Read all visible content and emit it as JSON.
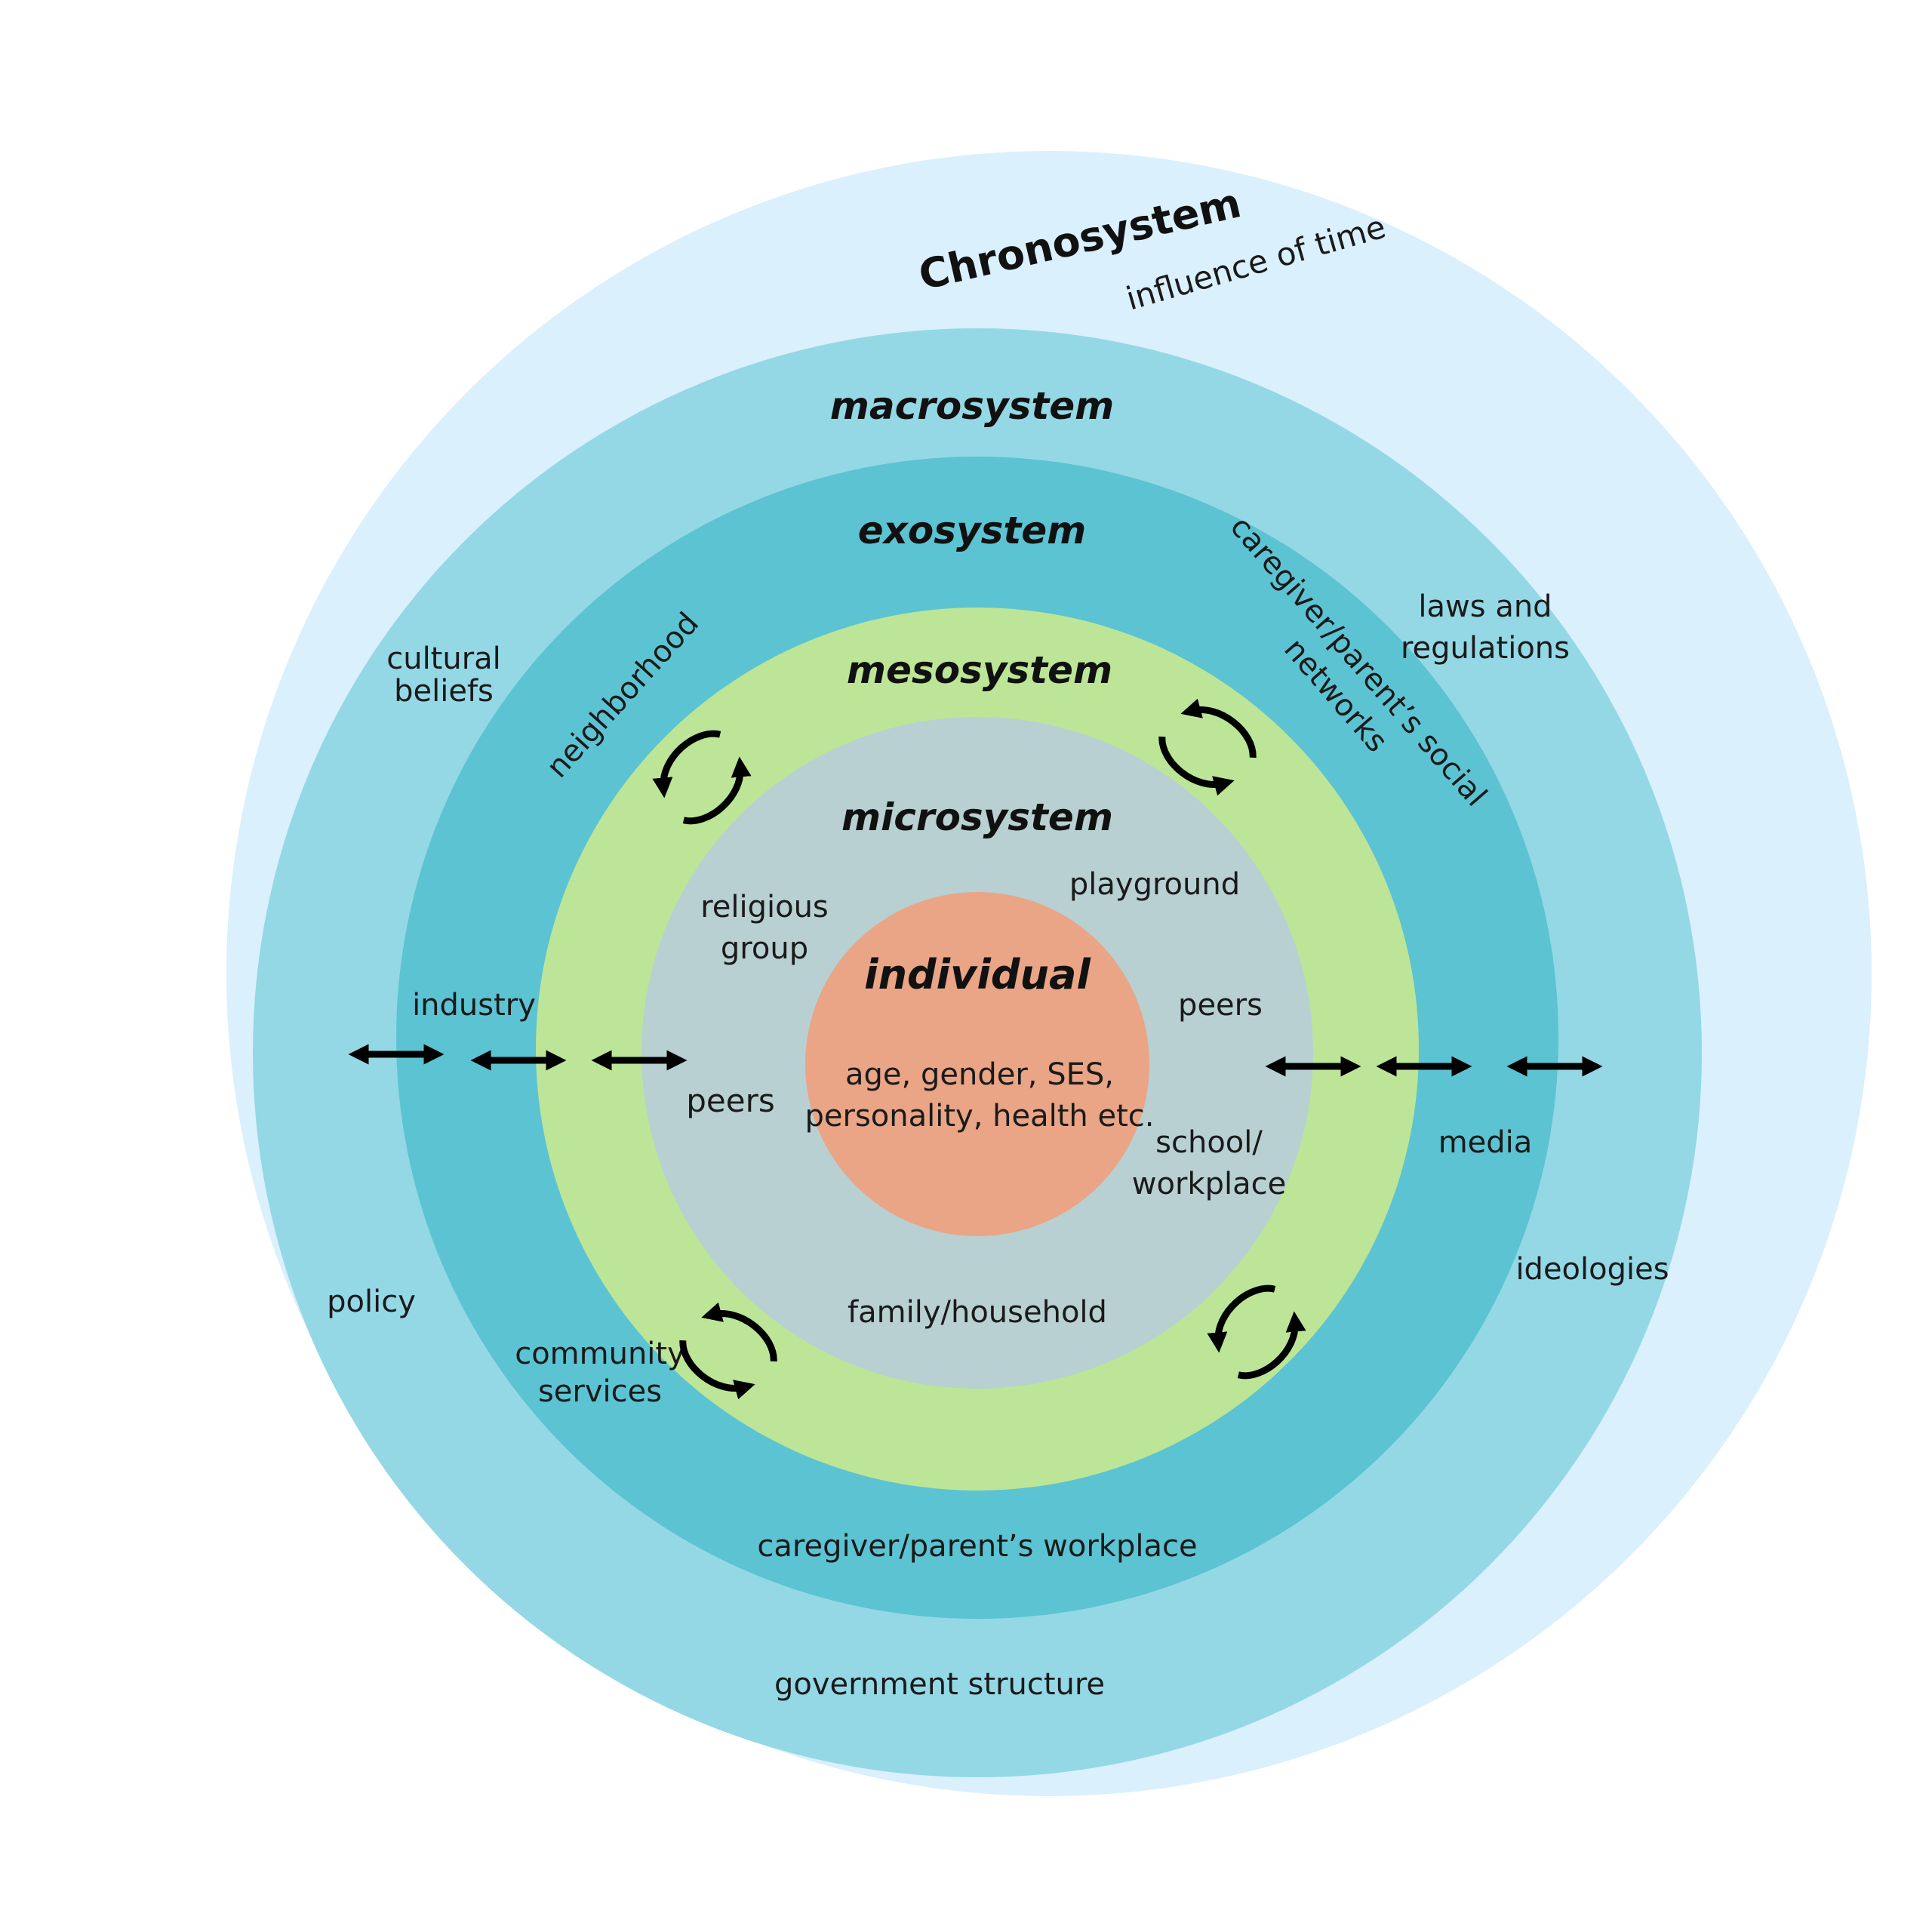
{
  "colors": {
    "chrono": "#daf0fc",
    "macro": "#94d8e5",
    "exo": "#5cc3d2",
    "meso": "#bde597",
    "micro": "#b8d0d2",
    "individual": "#e9a586"
  },
  "chronosystem": {
    "title": "Chronosystem",
    "subtitle": "influence of time"
  },
  "macrosystem": {
    "title": "macrosystem",
    "items": {
      "cultural_beliefs_1": "cultural",
      "cultural_beliefs_2": "beliefs",
      "laws_1": "laws and",
      "laws_2": "regulations",
      "policy": "policy",
      "ideologies": "ideologies",
      "government": "government structure"
    }
  },
  "exosystem": {
    "title": "exosystem",
    "items": {
      "neighborhood": "neighborhood",
      "social_networks_1": "caregiver/parent’s social",
      "social_networks_2": "networks",
      "industry": "industry",
      "media": "media",
      "community_1": "community",
      "community_2": "services",
      "workplace": "caregiver/parent’s workplace"
    }
  },
  "mesosystem": {
    "title": "mesosystem"
  },
  "microsystem": {
    "title": "microsystem",
    "items": {
      "religious_1": "religious",
      "religious_2": "group",
      "playground": "playground",
      "peers_right": "peers",
      "peers_left": "peers",
      "school_1": "school/",
      "school_2": "workplace",
      "family": "family/household"
    }
  },
  "individual": {
    "title": "individual",
    "line1": "age, gender, SES,",
    "line2": "personality, health etc."
  }
}
